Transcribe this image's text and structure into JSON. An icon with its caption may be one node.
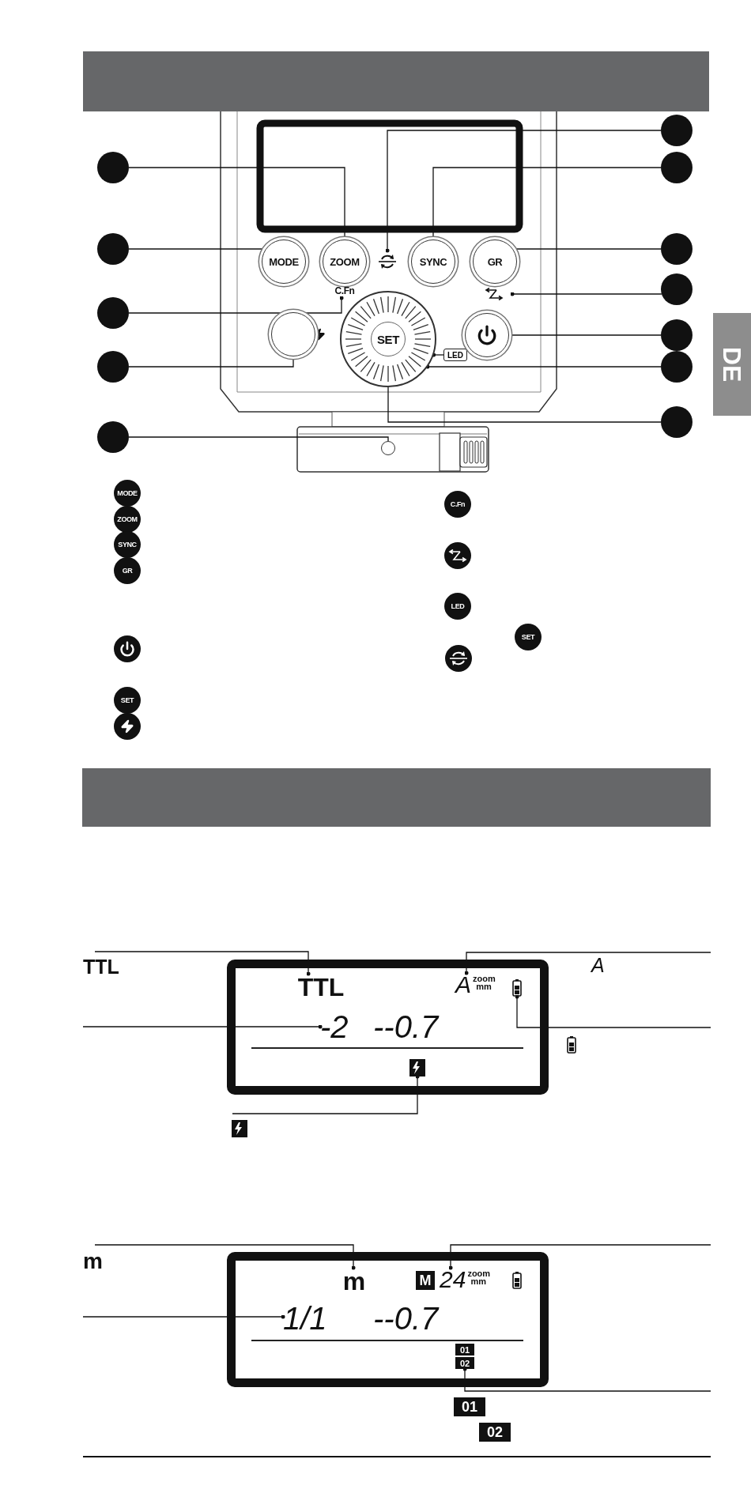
{
  "diagram": {
    "nodes": [
      {
        "text": [],
        "shape": "circle"
      },
      {
        "text": [],
        "shape": "circle"
      },
      {
        "text": [],
        "shape": "circle"
      },
      {
        "text": [],
        "shape": "circle"
      },
      {
        "text": [],
        "shape": "circle"
      },
      {
        "text": [],
        "shape": "circle"
      },
      {
        "text": [],
        "shape": "circle"
      },
      {
        "text": [],
        "shape": "circle"
      },
      {
        "text": [],
        "shape": "circle"
      },
      {
        "text": [],
        "shape": "circle"
      },
      {
        "text": [],
        "shape": "circle"
      },
      {
        "text": [],
        "shape": "circle"
      },
      {
        "text": [
          "MODE"
        ]
      },
      {
        "text": [
          "ZOOM"
        ]
      },
      {
        "text": [],
        "shape": "icon"
      },
      {
        "text": [
          "SYNC"
        ]
      },
      {
        "text": [
          "GR"
        ]
      },
      {
        "text": [
          "C.Fn"
        ]
      },
      {
        "text": [],
        "shape": "icon"
      },
      {
        "text": [],
        "shape": "circle"
      },
      {
        "text": [],
        "shape": "circle"
      },
      {
        "text": [
          "SET"
        ],
        "in": 20
      },
      {
        "text": [
          "LED"
        ]
      },
      {
        "text": [],
        "shape": "circle"
      },
      {
        "text": [],
        "shape": "circle"
      },
      {
        "text": [
          "MODE"
        ]
      },
      {
        "text": [
          "ZOOM"
        ]
      },
      {
        "text": [
          "SYNC"
        ]
      },
      {
        "text": [
          "GR"
        ]
      },
      {
        "text": [
          "SET"
        ]
      },
      {
        "text": [
          "C.Fn"
        ]
      },
      {
        "text": [
          "LED"
        ]
      },
      {
        "text": [
          "SET"
        ]
      },
      {
        "text": [],
        "shape": "box"
      },
      {
        "text": [
          "TTL"
        ],
        "in": 33
      },
      {
        "text": [
          "A",
          "zoom mm"
        ],
        "in": 33
      },
      {
        "text": [],
        "shape": "icon",
        "in": 33
      },
      {
        "text": [
          "-2"
        ],
        "in": 33
      },
      {
        "text": [],
        "shape": "icon",
        "in": 33
      },
      {
        "text": [],
        "shape": "box"
      },
      {
        "text": [
          "m"
        ],
        "in": 39
      },
      {
        "text": [
          "M"
        ],
        "in": 39
      },
      {
        "text": [
          "24",
          "zoom mm"
        ],
        "in": 39
      },
      {
        "text": [
          "1/1"
        ],
        "in": 39
      },
      {
        "text": [
          "01"
        ],
        "in": 39
      },
      {
        "text": [
          "02"
        ],
        "in": 39
      },
      {
        "text": [
          "01"
        ]
      },
      {
        "text": [
          "02"
        ]
      },
      {
        "text": [
          "DE"
        ]
      },
      {
        "text": [
          "TTL"
        ]
      },
      {
        "text": [
          "m"
        ]
      }
    ],
    "edges": [
      {
        "from": 0,
        "to": 13,
        "arrow": "other"
      },
      {
        "from": 1,
        "to": 12,
        "arrow": "other"
      },
      {
        "from": 2,
        "to": 17,
        "arrow": "other"
      },
      {
        "from": 3,
        "to": 19,
        "arrow": "other"
      },
      {
        "from": 4,
        "to": 24,
        "arrow": "none"
      },
      {
        "from": 5,
        "to": 14,
        "arrow": "other"
      },
      {
        "from": 6,
        "to": 15,
        "arrow": "other"
      },
      {
        "from": 7,
        "to": 16,
        "arrow": "other"
      },
      {
        "from": 8,
        "to": 18,
        "arrow": "other"
      },
      {
        "from": 9,
        "to": 23,
        "arrow": "other"
      },
      {
        "from": 10,
        "to": 20,
        "arrow": "other"
      },
      {
        "from": 11,
        "to": 21,
        "arrow": "other"
      },
      {
        "from": 22,
        "to": 20,
        "arrow": "other"
      },
      {
        "from": 49,
        "to": 34,
        "arrow": "other"
      },
      {
        "from": null,
        "to": 37,
        "arrow": "other"
      },
      {
        "from": null,
        "to": 35,
        "arrow": "other"
      },
      {
        "from": null,
        "to": 36,
        "arrow": "other"
      },
      {
        "from": null,
        "to": 38,
        "arrow": "other"
      },
      {
        "from": 50,
        "to": 40,
        "arrow": "other"
      },
      {
        "from": null,
        "to": 43,
        "arrow": "other"
      },
      {
        "from": null,
        "to": 42,
        "arrow": "other"
      },
      {
        "from": null,
        "to": 45,
        "arrow": "other"
      }
    ],
    "labels": [
      "A",
      "--0.7",
      "--0.7"
    ]
  }
}
